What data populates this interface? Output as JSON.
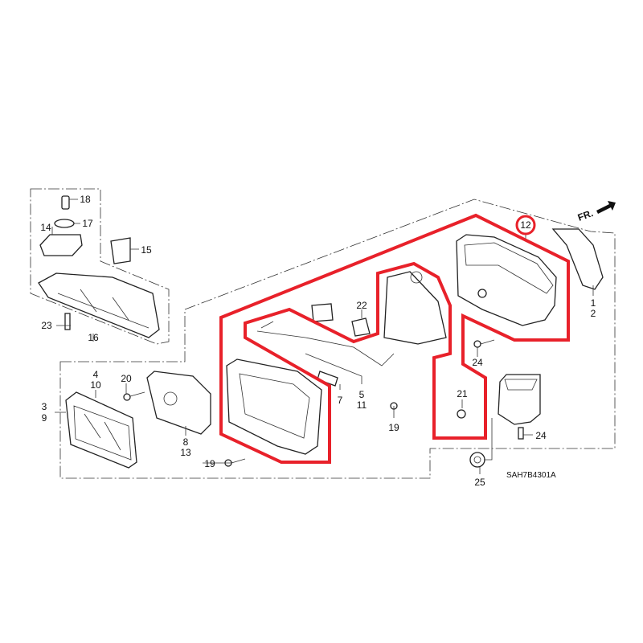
{
  "diagram": {
    "code": "SAH7B4301A",
    "front_indicator": "FR.",
    "highlight_color": "#e8212a",
    "callouts": {
      "p18": "18",
      "p17": "17",
      "p14": "14",
      "p15": "15",
      "p23": "23",
      "p16": "16",
      "p4": "4",
      "p10": "10",
      "p3": "3",
      "p9": "9",
      "p20": "20",
      "p8": "8",
      "p13": "13",
      "p19a": "19",
      "p7": "7",
      "p5": "5",
      "p11": "11",
      "p22": "22",
      "p19b": "19",
      "p21": "21",
      "p24a": "24",
      "p12": "12",
      "p1": "1",
      "p2": "2",
      "p24b": "24",
      "p25": "25"
    }
  }
}
